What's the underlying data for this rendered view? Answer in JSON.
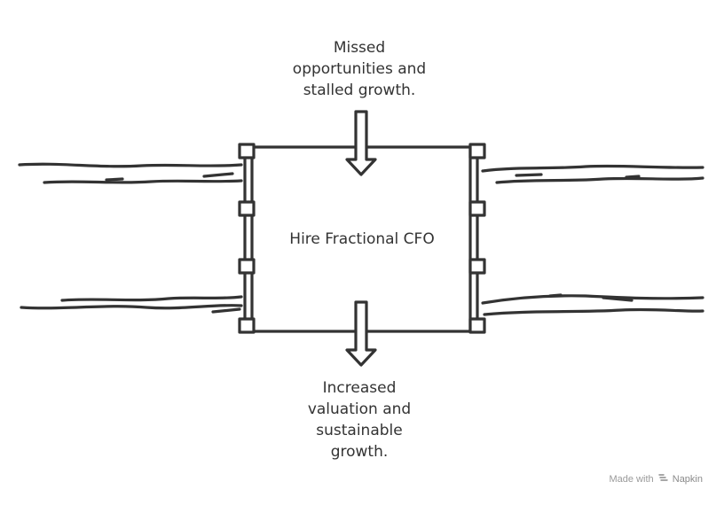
{
  "diagram": {
    "top_text": [
      "Missed",
      "opportunities and",
      "stalled growth."
    ],
    "center_text": "Hire Fractional CFO",
    "bottom_text": [
      "Increased",
      "valuation and",
      "sustainable",
      "growth."
    ]
  },
  "footer": {
    "made_with": "Made with",
    "brand": "Napkin",
    "brand_icon": "napkin-logo-icon"
  },
  "colors": {
    "stroke": "#333333",
    "watermark": "#9a9a9a"
  }
}
